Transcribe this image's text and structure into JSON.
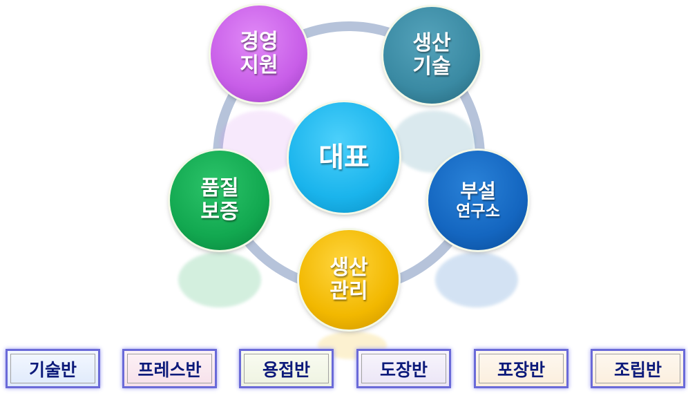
{
  "center": {
    "label": "대표",
    "color": "#1ab4ec"
  },
  "departments": [
    {
      "lines": [
        "경영",
        "지원"
      ],
      "color": "#c85ee8"
    },
    {
      "lines": [
        "생산",
        "기술"
      ],
      "color": "#3a8aa3"
    },
    {
      "lines": [
        "품질",
        "보증"
      ],
      "color": "#12a850"
    },
    {
      "lines": [
        "부설",
        "연구소"
      ],
      "color": "#1466c0"
    },
    {
      "lines": [
        "생산",
        "관리"
      ],
      "color": "#f2b800"
    }
  ],
  "teams": [
    {
      "label": "기술반",
      "color": "#dfeafb"
    },
    {
      "label": "프레스반",
      "color": "#f6e0ea"
    },
    {
      "label": "용접반",
      "color": "#eef3e1"
    },
    {
      "label": "도장반",
      "color": "#ebe5f6"
    },
    {
      "label": "포장반",
      "color": "#fbeedd"
    },
    {
      "label": "조립반",
      "color": "#fbeedd"
    }
  ]
}
